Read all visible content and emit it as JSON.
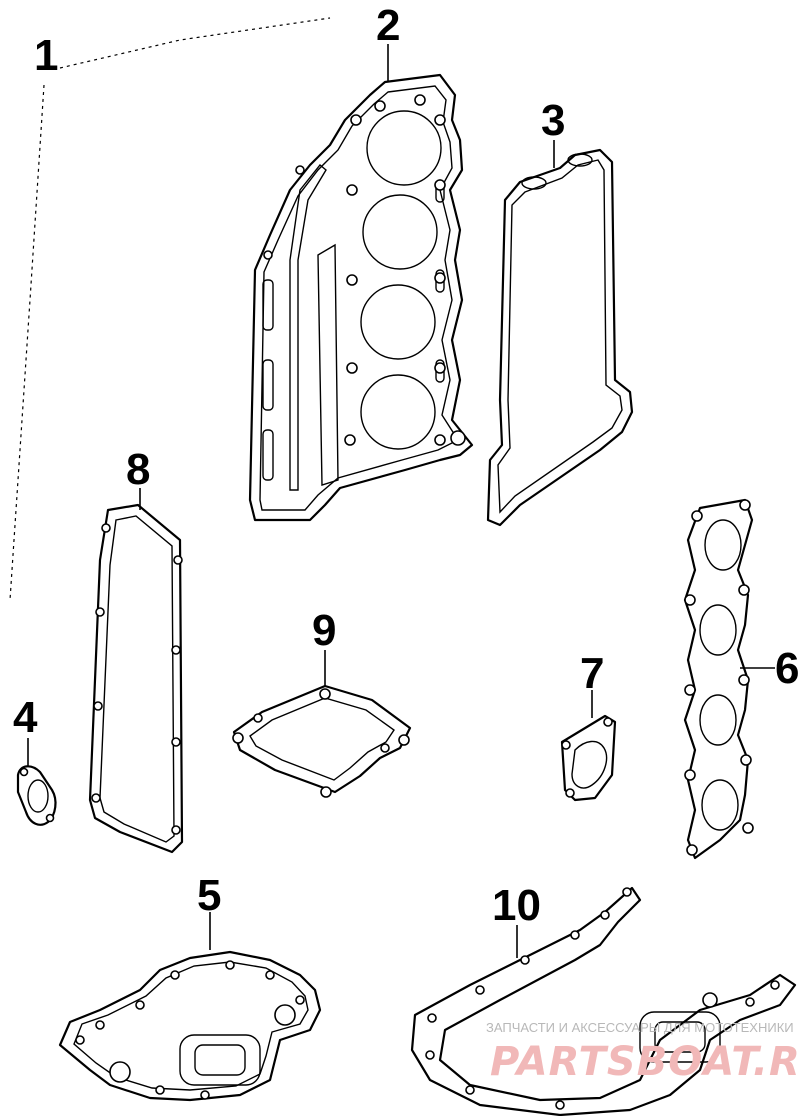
{
  "diagram": {
    "parts": [
      {
        "number": "1"
      },
      {
        "number": "2"
      },
      {
        "number": "3"
      },
      {
        "number": "4"
      },
      {
        "number": "5"
      },
      {
        "number": "6"
      },
      {
        "number": "7"
      },
      {
        "number": "8"
      },
      {
        "number": "9"
      },
      {
        "number": "10"
      }
    ]
  },
  "watermark": {
    "tagline": "ЗАПЧАСТИ И АКСЕССУАРЫ ДЛЯ МОТОТЕХНИКИ",
    "brand": "PARTSBOAT.RU"
  }
}
